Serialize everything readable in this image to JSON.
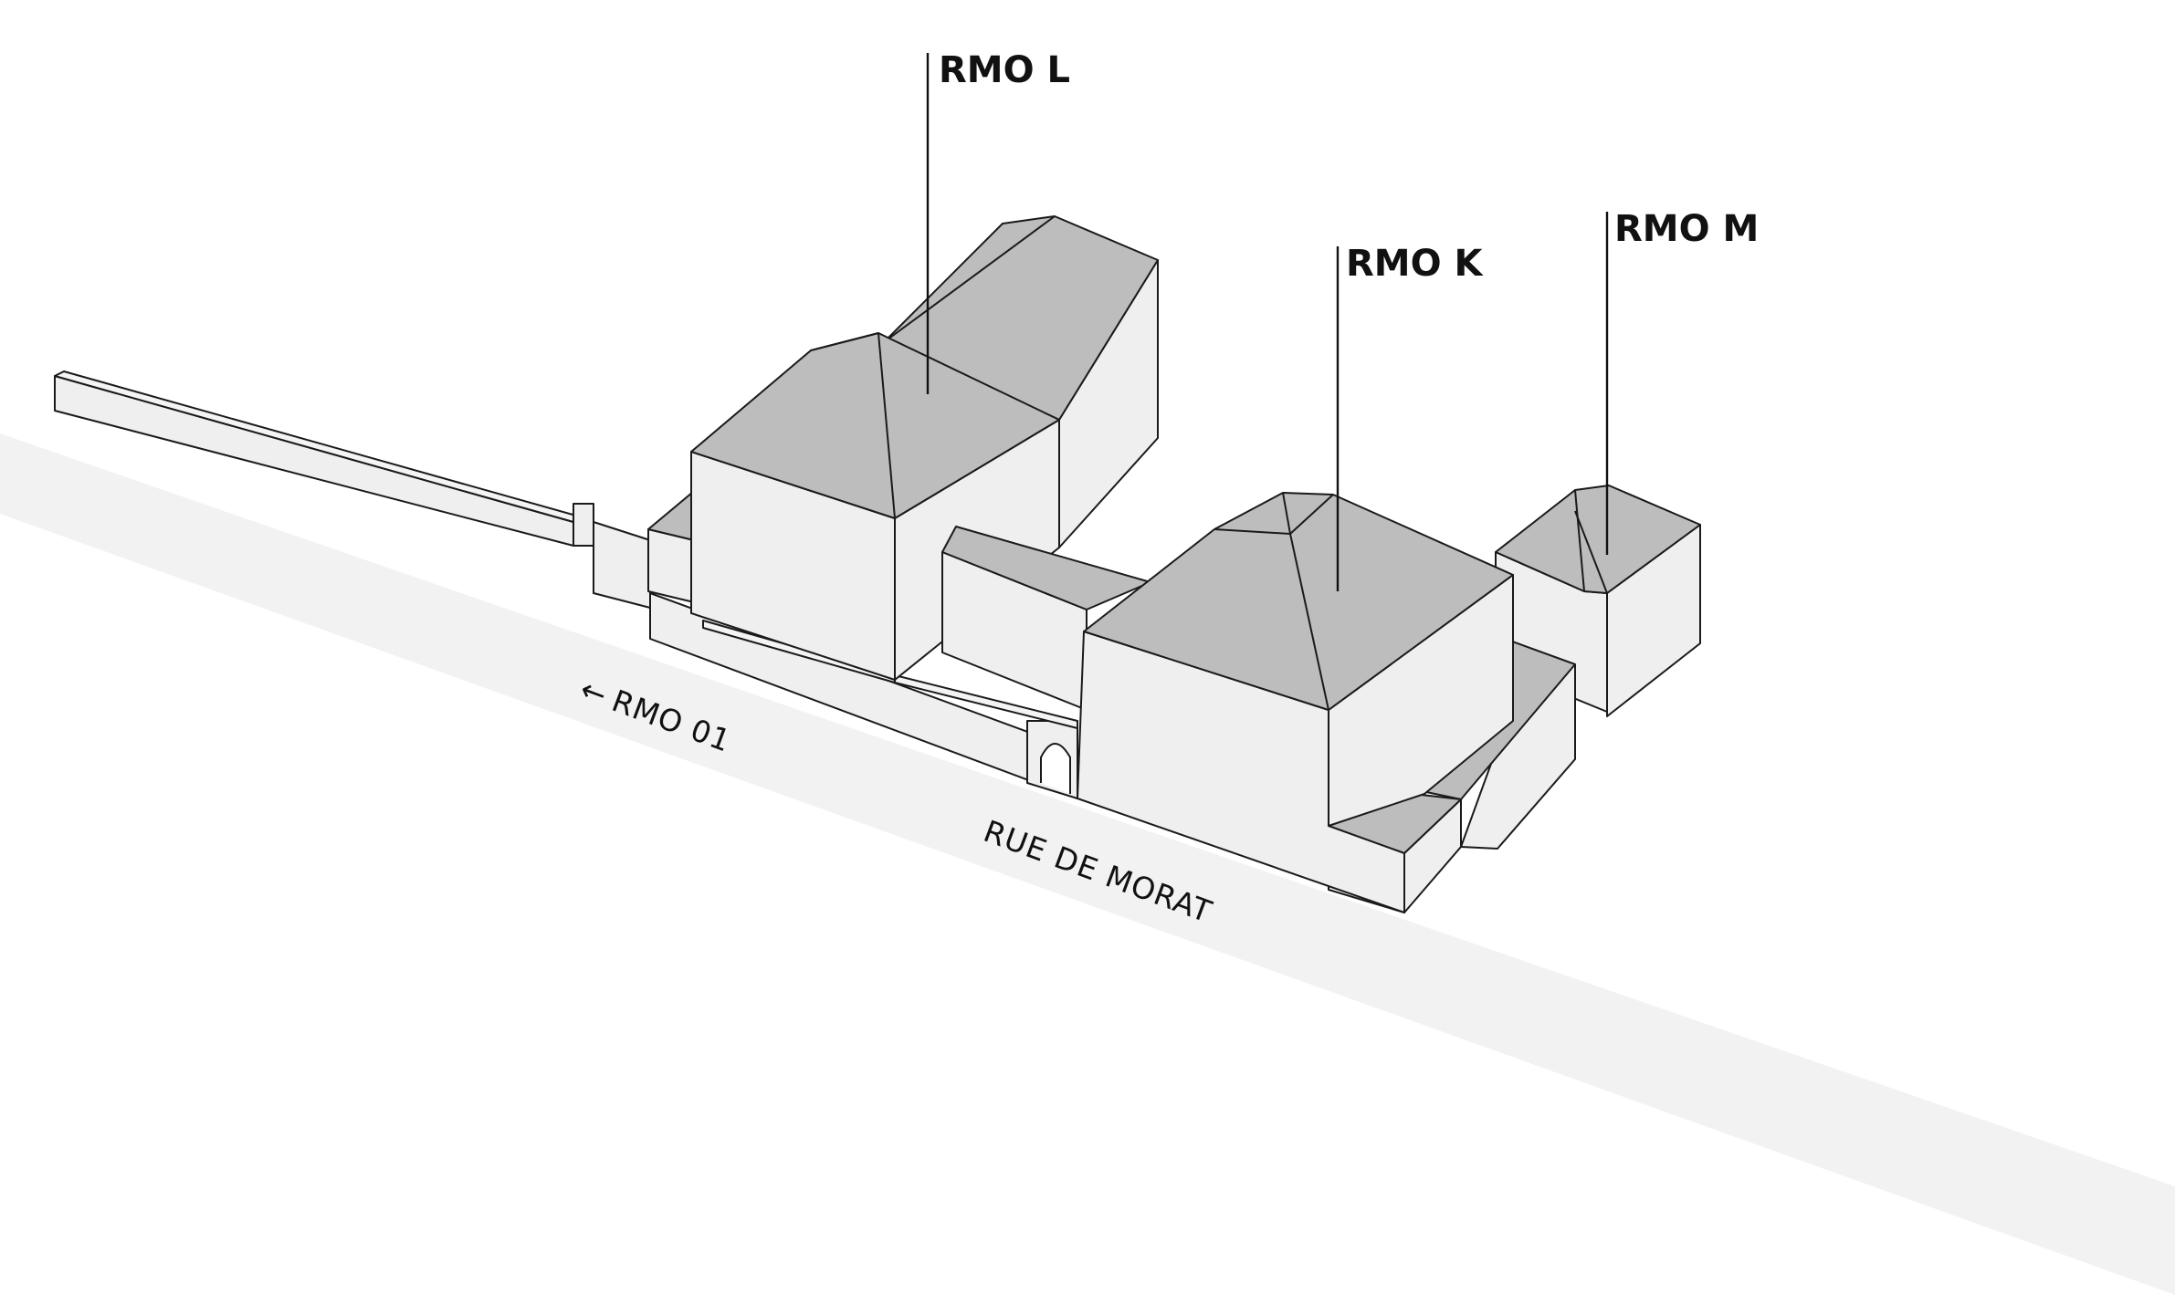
{
  "diagram": {
    "colors": {
      "background": "#ffffff",
      "road": "#f2f2f2",
      "wall": "#efefef",
      "roof": "#bdbdbd",
      "line": "#1a1a1a"
    },
    "buildings": [
      {
        "id": "rmo-l",
        "label": "RMO L"
      },
      {
        "id": "rmo-k",
        "label": "RMO K"
      },
      {
        "id": "rmo-m",
        "label": "RMO M"
      }
    ],
    "street": {
      "name": "RUE DE MORAT"
    },
    "direction": {
      "arrow": "←",
      "label": "RMO 01"
    }
  }
}
